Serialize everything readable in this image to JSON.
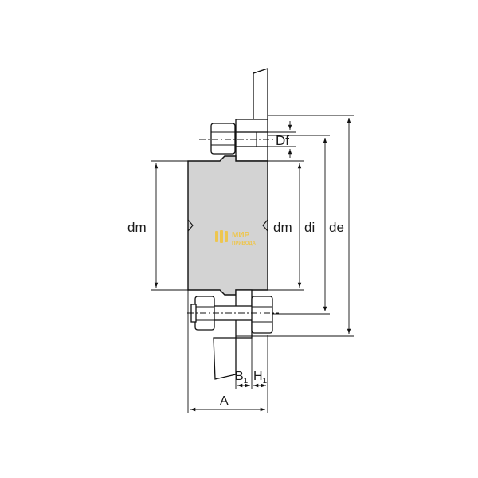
{
  "labels": {
    "df": "Df",
    "dm_left": "dm",
    "dm_right": "dm",
    "di": "di",
    "de": "de",
    "b1_main": "B",
    "b1_sub": "1",
    "h1_main": "H",
    "h1_sub": "1",
    "a": "A"
  },
  "watermark": {
    "line1": "МИР",
    "line2": "ПРИВОДА"
  },
  "colors": {
    "hub_fill": "#d3d3d3",
    "watermark": "#f2c43a",
    "line": "#111111"
  }
}
